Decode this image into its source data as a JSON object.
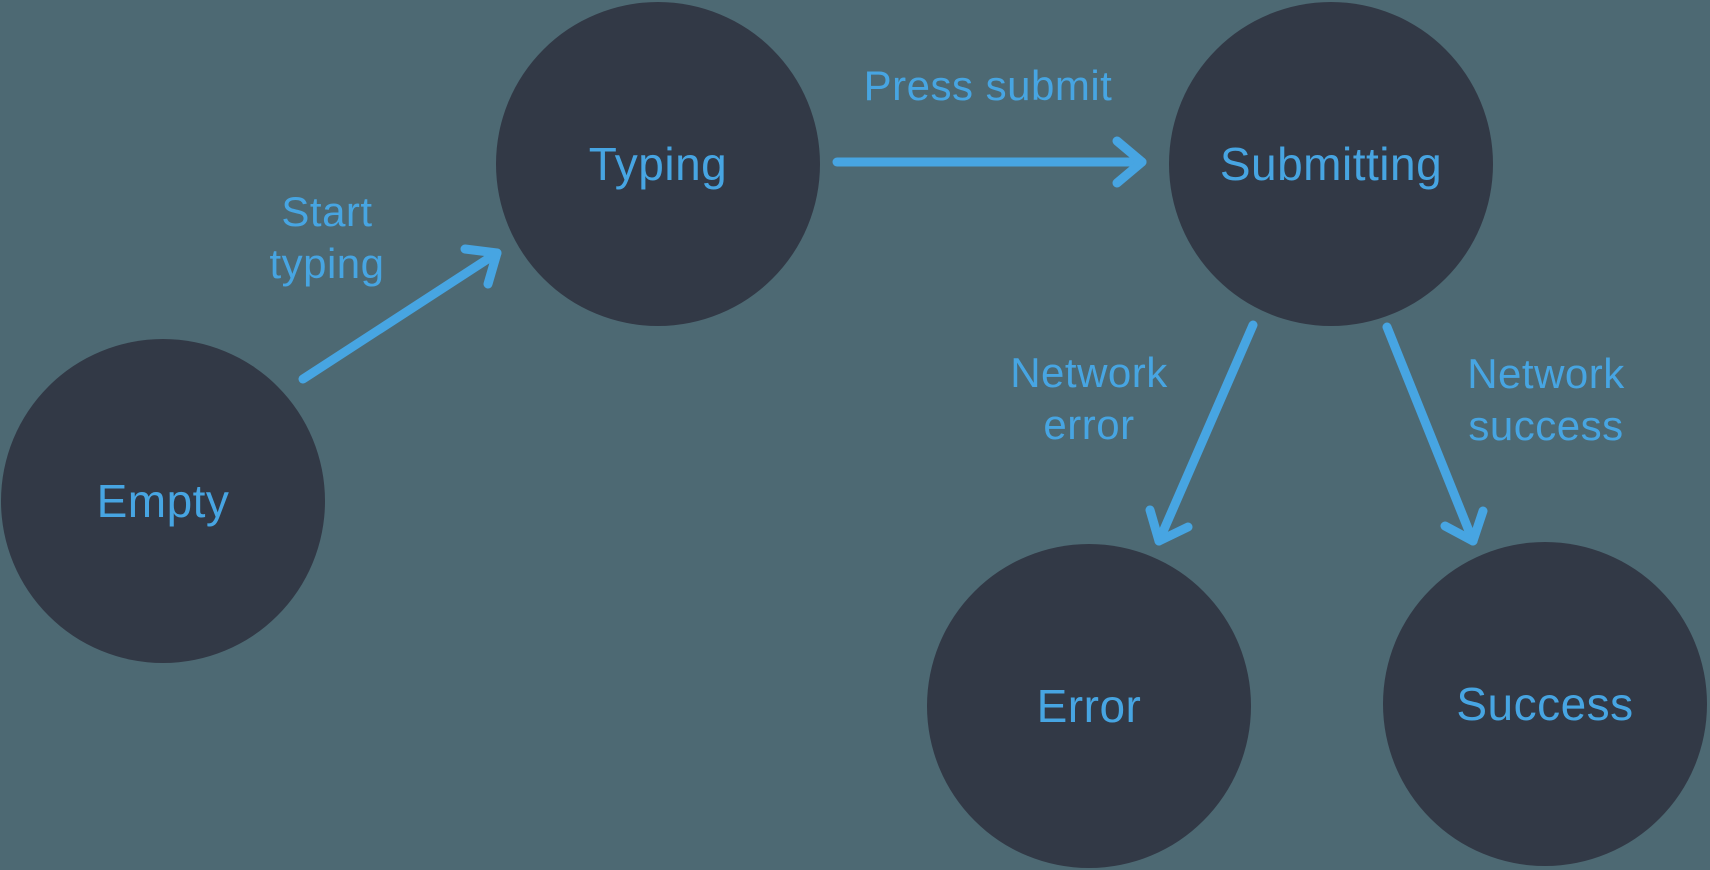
{
  "diagram": {
    "type": "state-machine",
    "nodes": [
      {
        "id": "empty",
        "label": "Empty"
      },
      {
        "id": "typing",
        "label": "Typing"
      },
      {
        "id": "submitting",
        "label": "Submitting"
      },
      {
        "id": "error",
        "label": "Error"
      },
      {
        "id": "success",
        "label": "Success"
      }
    ],
    "transitions": [
      {
        "from": "empty",
        "to": "typing",
        "label": "Start typing"
      },
      {
        "from": "typing",
        "to": "submitting",
        "label": "Press submit"
      },
      {
        "from": "submitting",
        "to": "error",
        "label": "Network error"
      },
      {
        "from": "submitting",
        "to": "success",
        "label": "Network success"
      }
    ],
    "colors": {
      "background": "#4d6973",
      "node_fill": "#323946",
      "accent_blue": "#47a5e2"
    }
  }
}
